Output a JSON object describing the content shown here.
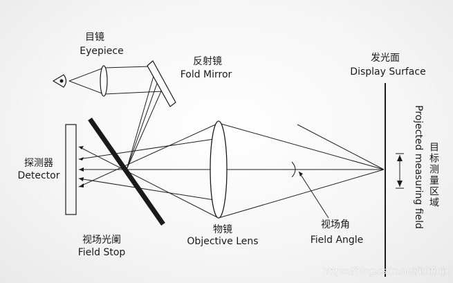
{
  "labels": {
    "eyepiece_cn": "目镜",
    "eyepiece_en": "Eyepiece",
    "fold_mirror_cn": "反射镜",
    "fold_mirror_en": "Fold Mirror",
    "display_surface_cn": "发光面",
    "display_surface_en": "Display Surface",
    "detector_cn": "探测器",
    "detector_en": "Detector",
    "field_stop_cn": "视场光阑",
    "field_stop_en": "Field Stop",
    "objective_lens_cn": "物镜",
    "objective_lens_en": "Objective Lens",
    "field_angle_cn": "视场角",
    "field_angle_en": "Field Angle",
    "measuring_field_cn": "目标测量区域",
    "measuring_field_en": "Projected measuring field"
  },
  "watermark": "https://blog.csdn.net/intflojx",
  "colors": {
    "line": "#1a1a1a",
    "background": "#ffffff"
  }
}
